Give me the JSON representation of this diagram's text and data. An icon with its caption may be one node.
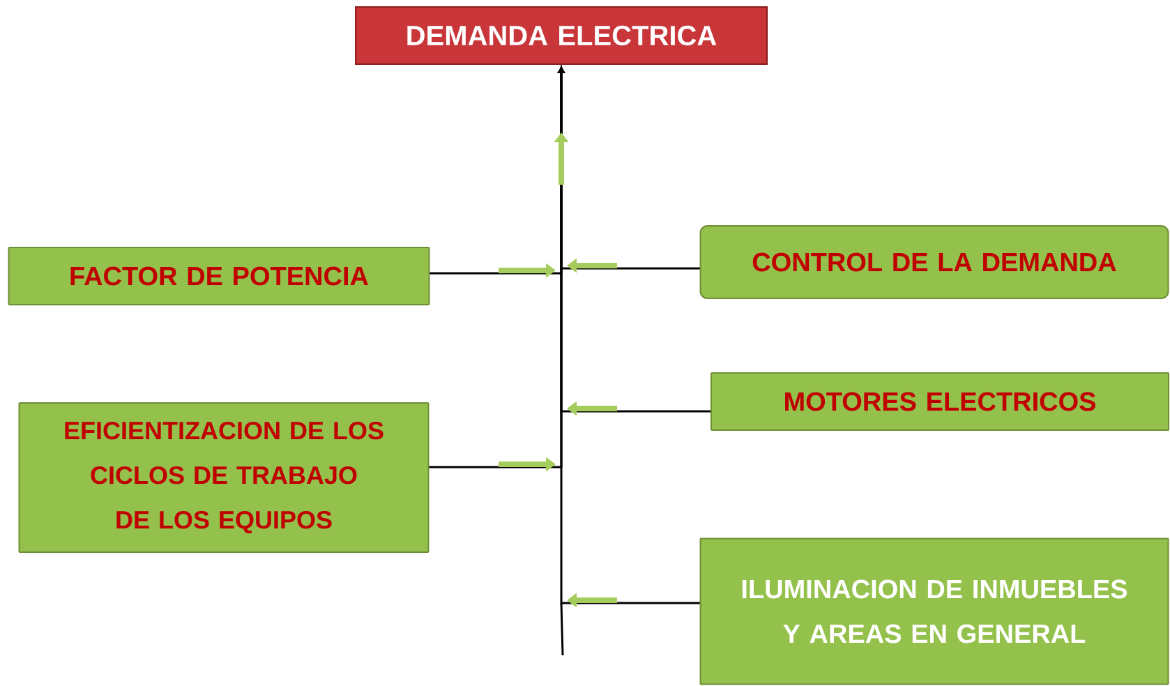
{
  "diagram": {
    "nodes": [
      {
        "text": [
          "DEMANDA ELECTRICA"
        ]
      },
      {
        "text": [
          "FACTOR DE POTENCIA"
        ]
      },
      {
        "text": [
          "CONTROL DE LA DEMANDA"
        ]
      },
      {
        "text": [
          "MOTORES ELECTRICOS"
        ]
      },
      {
        "text": [
          "EFICIENTIZACION DE LOS CICLOS DE TRABAJO DE LOS EQUIPOS"
        ]
      },
      {
        "text": [
          "ILUMINACION DE INMUEBLES Y AREAS EN GENERAL"
        ]
      }
    ],
    "edges": [
      {
        "from": 1,
        "to": 0,
        "arrow": "to"
      },
      {
        "from": 2,
        "to": 0,
        "arrow": "to"
      },
      {
        "from": 3,
        "to": 0,
        "arrow": "to"
      },
      {
        "from": 4,
        "to": 0,
        "arrow": "to"
      },
      {
        "from": 5,
        "to": 0,
        "arrow": "to"
      }
    ]
  }
}
